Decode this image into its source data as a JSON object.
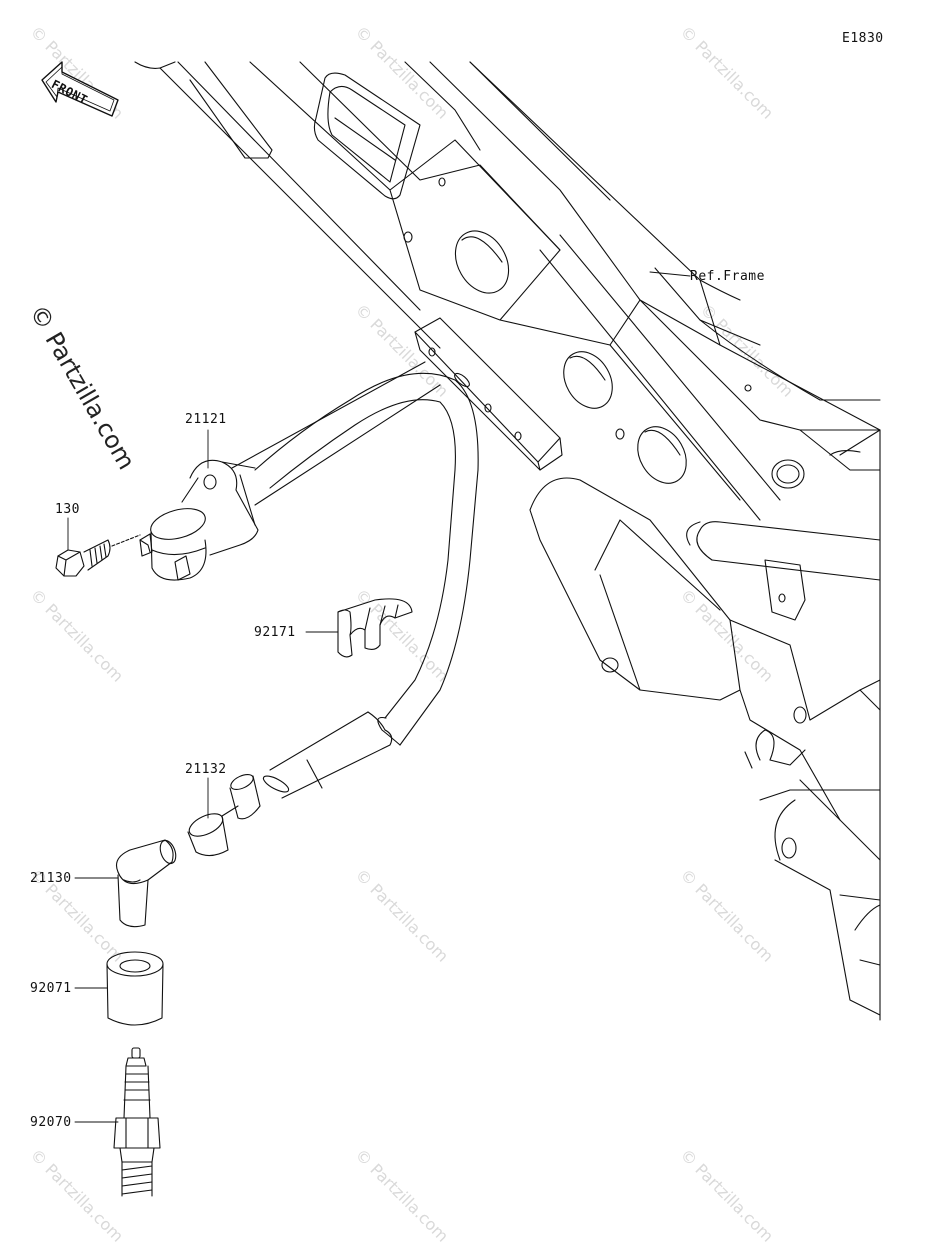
{
  "diagram": {
    "code": "E1830",
    "front_label": "FRONT",
    "ref_label": "Ref.Frame",
    "watermark": "© Partzilla.com",
    "parts": [
      {
        "id": "ignition-coil",
        "number": "21121"
      },
      {
        "id": "bolt",
        "number": "130"
      },
      {
        "id": "clamp",
        "number": "92171"
      },
      {
        "id": "cap-seal",
        "number": "21132"
      },
      {
        "id": "plug-cap",
        "number": "21130"
      },
      {
        "id": "plug-cover",
        "number": "92071"
      },
      {
        "id": "spark-plug",
        "number": "92070"
      }
    ]
  },
  "colors": {
    "line": "#111111",
    "watermark": "#d9d9d9",
    "background": "#ffffff"
  }
}
